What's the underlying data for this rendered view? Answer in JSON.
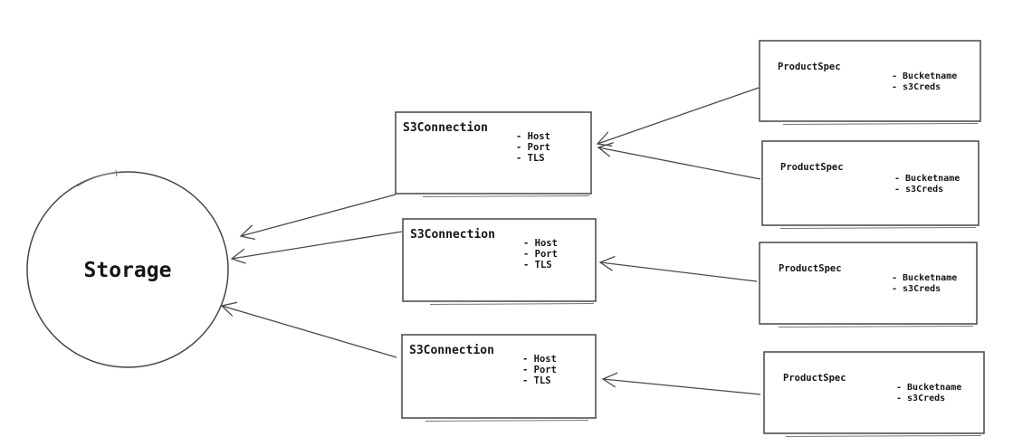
{
  "diagram": {
    "storage": {
      "label": "Storage"
    },
    "s3_connections": [
      {
        "title": "S3Connection",
        "attributes": [
          "- Host",
          "- Port",
          "- TLS"
        ]
      },
      {
        "title": "S3Connection",
        "attributes": [
          "- Host",
          "- Port",
          "- TLS"
        ]
      },
      {
        "title": "S3Connection",
        "attributes": [
          "- Host",
          "- Port",
          "- TLS"
        ]
      }
    ],
    "product_specs": [
      {
        "title": "ProductSpec",
        "attributes": [
          "- Bucketname",
          "- s3Creds"
        ]
      },
      {
        "title": "ProductSpec",
        "attributes": [
          "- Bucketname",
          "- s3Creds"
        ]
      },
      {
        "title": "ProductSpec",
        "attributes": [
          "- Bucketname",
          "- s3Creds"
        ]
      },
      {
        "title": "ProductSpec",
        "attributes": [
          "- Bucketname",
          "- s3Creds"
        ]
      }
    ],
    "colors": {
      "stroke": "#454545",
      "text": "#161616",
      "background": "#ffffff"
    }
  }
}
